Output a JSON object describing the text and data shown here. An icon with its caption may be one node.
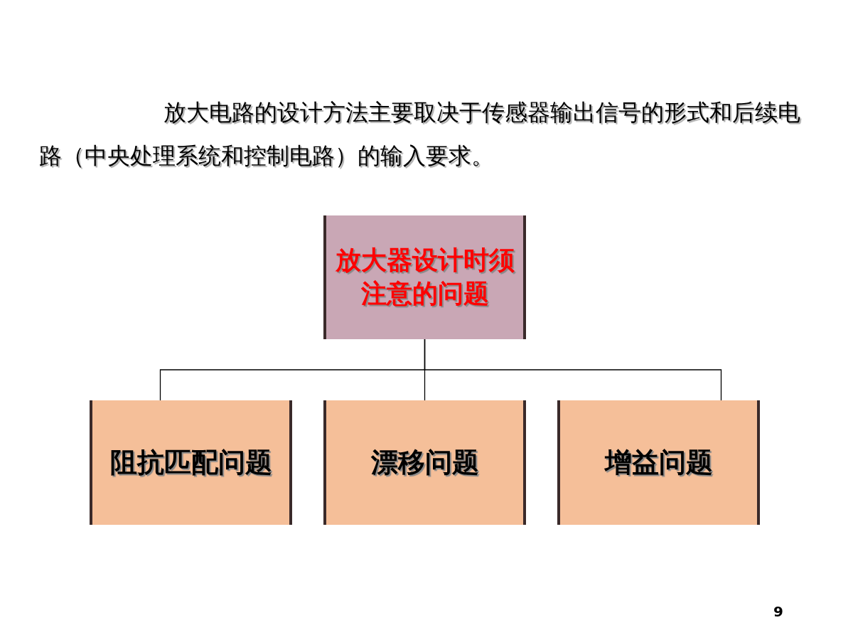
{
  "diagram": {
    "nodes": [
      {
        "text": [
          "放大器设计时须注意的问题"
        ]
      },
      {
        "text": [
          "阻抗匹配问题"
        ]
      },
      {
        "text": [
          "漂移问题"
        ]
      },
      {
        "text": [
          "增益问题"
        ]
      }
    ],
    "edges": [
      {
        "from": 0,
        "to": 1,
        "arrow": "none"
      },
      {
        "from": 0,
        "to": 2,
        "arrow": "none"
      },
      {
        "from": 0,
        "to": 3,
        "arrow": "none"
      }
    ],
    "labels": [
      "放大电路的设计方法主要取决于传感器输出信号的形式和后续电路（中央处理系统和控制电路）的输入要求。",
      "9"
    ]
  }
}
